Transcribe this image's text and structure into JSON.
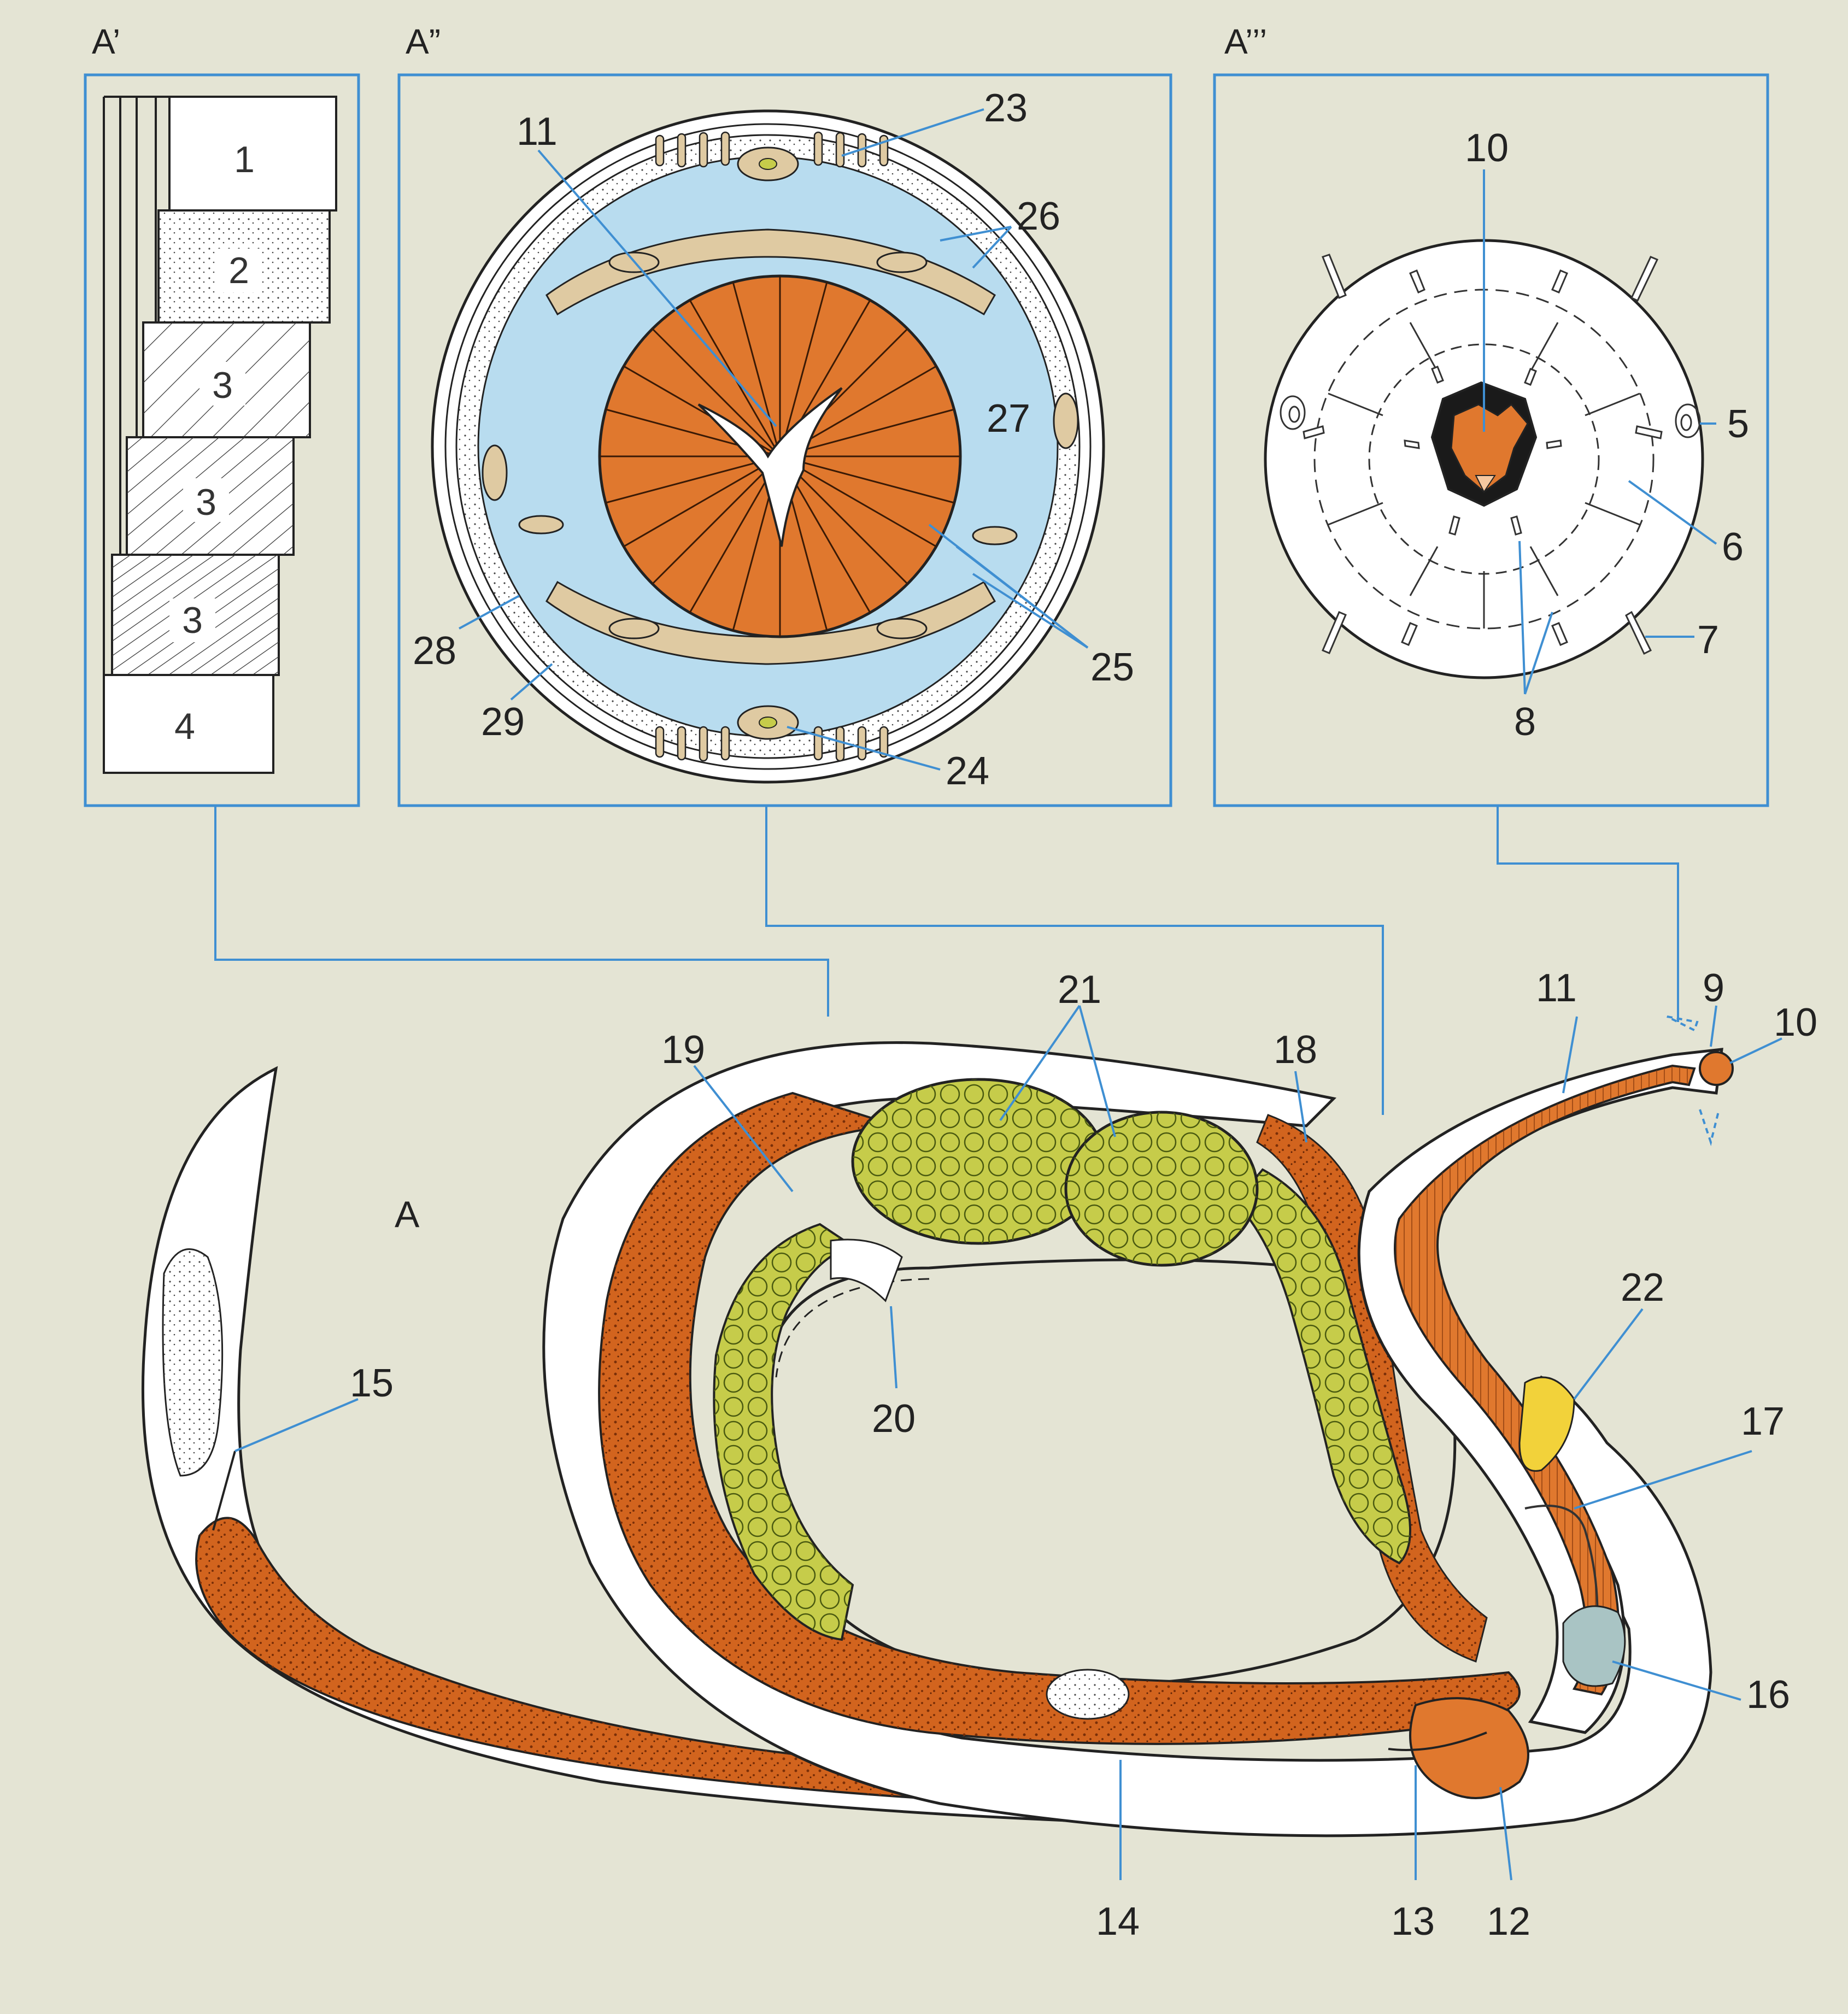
{
  "panels": {
    "a_prime": "A’",
    "a_double": "A”",
    "a_triple": "A’’’",
    "main": "A"
  },
  "cuticle_layers": [
    "1",
    "2",
    "3",
    "3",
    "3",
    "4"
  ],
  "cross_section_labels": {
    "l11": "11",
    "l23": "23",
    "l26": "26",
    "l27": "27",
    "l25": "25",
    "l28": "28",
    "l29": "29",
    "l24": "24"
  },
  "head_labels": {
    "l10": "10",
    "l5": "5",
    "l6": "6",
    "l7": "7",
    "l8": "8"
  },
  "body_labels": {
    "l9": "9",
    "l10": "10",
    "l11": "11",
    "l21": "21",
    "l19": "19",
    "l18": "18",
    "l20": "20",
    "l22": "22",
    "l17": "17",
    "l15": "15",
    "l16": "16",
    "l14": "14",
    "l13": "13",
    "l12": "12"
  },
  "colors": {
    "background": "#e4e4d4",
    "frame": "#3f8fd2",
    "intestine": "#d2641e",
    "pharynx": "#e0782e",
    "gonad": "#c6cc4a",
    "body_cavity": "#b8dcef",
    "cuticle": "#ffffff",
    "epidermis": "#dfcaa2",
    "amphid_gland": "#f2d23a",
    "rectal_gland": "#a9c4c4"
  },
  "icons": {
    "eggs": "oval-egg-clusters",
    "setae": "cephalic-setae"
  }
}
